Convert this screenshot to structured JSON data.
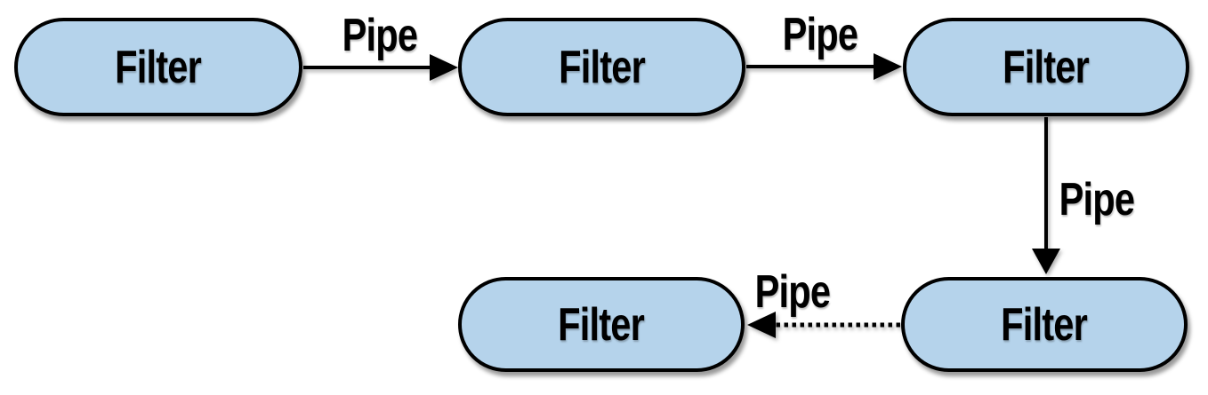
{
  "diagram": {
    "type": "pipes-and-filters-pattern",
    "background_color": "#ffffff",
    "node_fill_color": "#b5d3eb",
    "node_border_color": "#000000",
    "edge_color": "#000000",
    "text_color": "#000000",
    "nodes": [
      {
        "id": "filter-1",
        "label": "Filter",
        "row": "top",
        "position": "left"
      },
      {
        "id": "filter-2",
        "label": "Filter",
        "row": "top",
        "position": "middle"
      },
      {
        "id": "filter-3",
        "label": "Filter",
        "row": "top",
        "position": "right"
      },
      {
        "id": "filter-4",
        "label": "Filter",
        "row": "bottom",
        "position": "middle"
      },
      {
        "id": "filter-5",
        "label": "Filter",
        "row": "bottom",
        "position": "right"
      }
    ],
    "edges": [
      {
        "id": "pipe-1",
        "label": "Pipe",
        "style": "solid",
        "from": "filter-1",
        "to": "filter-2",
        "direction": "right"
      },
      {
        "id": "pipe-2",
        "label": "Pipe",
        "style": "solid",
        "from": "filter-2",
        "to": "filter-3",
        "direction": "right"
      },
      {
        "id": "pipe-3",
        "label": "Pipe",
        "style": "solid",
        "from": "filter-3",
        "to": "filter-5",
        "direction": "down"
      },
      {
        "id": "pipe-4",
        "label": "Pipe",
        "style": "dotted",
        "from": "filter-5",
        "to": "filter-4",
        "direction": "left"
      }
    ]
  }
}
